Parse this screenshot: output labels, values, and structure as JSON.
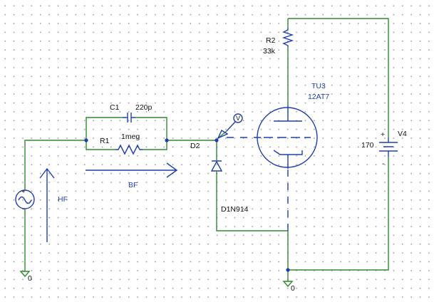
{
  "colors": {
    "wire": "#2e8b2e",
    "component": "#1f3fb0",
    "text": "#111111",
    "annotation": "#1f3fb0"
  },
  "components": {
    "c1": {
      "ref": "C1",
      "value": "220p"
    },
    "r1": {
      "ref": "R1",
      "value": "1meg"
    },
    "r2": {
      "ref": "R2",
      "value": "33k"
    },
    "d2": {
      "ref": "D2",
      "value": "D1N914"
    },
    "tube": {
      "ref": "TU3",
      "value": "12AT7"
    },
    "v4": {
      "ref": "V4",
      "value": "170",
      "plus": "+",
      "minus": "-"
    },
    "probe": {
      "symbol": "V"
    },
    "ground_left": {
      "label": "0"
    },
    "ground_right": {
      "label": "0"
    }
  },
  "annotations": {
    "hf": "HF",
    "bf": "BF"
  },
  "icons": [
    "ac-source-icon",
    "ground-icon",
    "voltage-probe-icon",
    "vacuum-tube-icon",
    "battery-icon"
  ]
}
